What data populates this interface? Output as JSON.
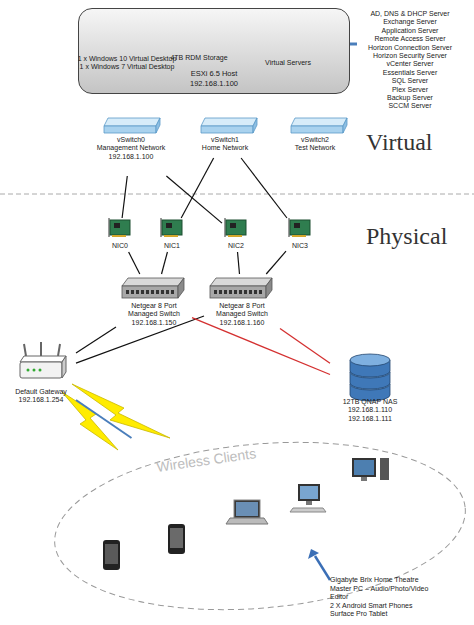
{
  "diagram": {
    "nodes": [
      {
        "text": [
          "ESXi 6.5 Host",
          "192.168.1.100"
        ]
      },
      {
        "text": [
          "1 x Windows 10 Virtual Desktop",
          "1 x Windows 7 Virtual Desktop"
        ],
        "in": 0
      },
      {
        "text": [
          "4TB RDM Storage"
        ],
        "in": 0
      },
      {
        "text": [
          "Virtual Servers"
        ],
        "in": 0
      },
      {
        "text": [
          "vSwitch0",
          "Management Network",
          "192.168.1.100"
        ]
      },
      {
        "text": [
          "vSwitch1",
          "Home Network"
        ]
      },
      {
        "text": [
          "vSwitch2",
          "Test Network"
        ]
      },
      {
        "text": [
          "NIC0"
        ]
      },
      {
        "text": [
          "NIC1"
        ]
      },
      {
        "text": [
          "NIC2"
        ]
      },
      {
        "text": [
          "NIC3"
        ]
      },
      {
        "text": [
          "Netgear 8 Port",
          "Managed Switch",
          "192.168.1.150"
        ]
      },
      {
        "text": [
          "Netgear 8 Port",
          "Managed Switch",
          "192.168.1.160"
        ]
      },
      {
        "text": [
          "Default Gateway",
          "192.168.1.254"
        ]
      },
      {
        "text": [
          "12TB QNAP NAS",
          "192.168.1.110",
          "192.168.1.111"
        ]
      },
      {
        "text": [
          "Wireless Clients"
        ]
      }
    ],
    "edges": [
      {
        "from": 4,
        "to": 7,
        "arrow": "none"
      },
      {
        "from": 4,
        "to": 9,
        "arrow": "none"
      },
      {
        "from": 5,
        "to": 8,
        "arrow": "none"
      },
      {
        "from": 5,
        "to": 10,
        "arrow": "none"
      },
      {
        "from": 7,
        "to": 11,
        "arrow": "none"
      },
      {
        "from": 8,
        "to": 11,
        "arrow": "none"
      },
      {
        "from": 9,
        "to": 12,
        "arrow": "none"
      },
      {
        "from": 10,
        "to": 12,
        "arrow": "none"
      },
      {
        "from": 11,
        "to": 13,
        "arrow": "none"
      },
      {
        "from": 12,
        "to": 13,
        "arrow": "none"
      },
      {
        "from": 11,
        "to": 14,
        "arrow": "none"
      },
      {
        "from": 12,
        "to": 14,
        "arrow": "none"
      },
      {
        "from": 13,
        "to": 15,
        "arrow": "none"
      }
    ],
    "labels": [
      "AD, DNS & DHCP Server",
      "Exchange Server",
      "Application Server",
      "Remote Access Server",
      "Horizon Connection Server",
      "Horizon Security Server",
      "vCenter Server",
      "Essentials Server",
      "SQL Server",
      "Plex Server",
      "Backup Server",
      "SCCM Server",
      "Virtual",
      "Physical",
      "Gigabyte Brix Home Theatre",
      "Master PC – Audio/Photo/Video Editor",
      "2 X Android Smart Phones",
      "Surface Pro Tablet"
    ]
  }
}
